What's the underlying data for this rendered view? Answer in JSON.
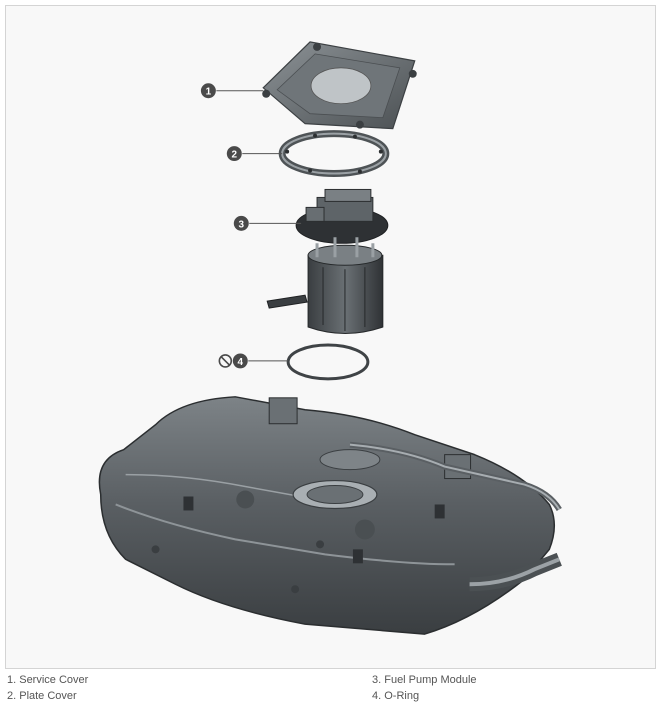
{
  "diagram": {
    "callouts": [
      {
        "number": "1",
        "label": "Service Cover"
      },
      {
        "number": "2",
        "label": "Plate Cover"
      },
      {
        "number": "3",
        "label": "Fuel Pump Module"
      },
      {
        "number": "4",
        "label": "O-Ring"
      }
    ],
    "non_reusable_icon": "prohibited-icon"
  },
  "legend": {
    "items": [
      "1. Service Cover",
      "2. Plate Cover",
      "3. Fuel Pump Module",
      "4. O-Ring"
    ]
  },
  "colors": {
    "callout_fill": "#4a4a4a",
    "part_dark": "#555a5e",
    "part_light": "#a4aaae",
    "text": "#555555"
  }
}
